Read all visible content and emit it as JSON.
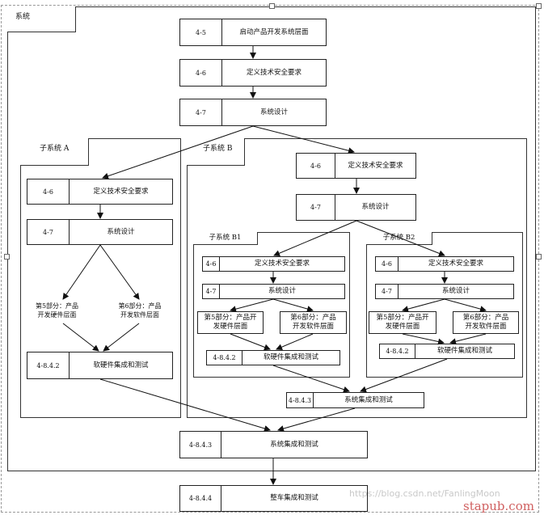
{
  "outer_section": {
    "label": "系统"
  },
  "top_steps": [
    {
      "id": "4-5",
      "text": "启动产品开发系统层面"
    },
    {
      "id": "4-6",
      "text": "定义技术安全要求"
    },
    {
      "id": "4-7",
      "text": "系统设计"
    }
  ],
  "subsystem_a": {
    "label": "子系统 A",
    "safety_req": {
      "id": "4-6",
      "text": "定义技术安全要求"
    },
    "design": {
      "id": "4-7",
      "text": "系统设计"
    },
    "hw": {
      "line1": "第5部分：产品",
      "line2": "开发硬件层面"
    },
    "sw": {
      "line1": "第6部分：产品",
      "line2": "开发软件层面"
    },
    "integration": {
      "id": "4-8.4.2",
      "text": "软硬件集成和测试"
    }
  },
  "subsystem_b": {
    "label": "子系统 B",
    "safety_req": {
      "id": "4-6",
      "text": "定义技术安全要求"
    },
    "design": {
      "id": "4-7",
      "text": "系统设计"
    },
    "b1": {
      "label": "子系统 B1",
      "safety_req": {
        "id": "4-6",
        "text": "定义技术安全要求"
      },
      "design": {
        "id": "4-7",
        "text": "系统设计"
      },
      "hw": {
        "line1": "第5部分：产品开",
        "line2": "发硬件层面"
      },
      "sw": {
        "line1": "第6部分：产品",
        "line2": "开发软件层面"
      },
      "integration": {
        "id": "4-8.4.2",
        "text": "软硬件集成和测试"
      }
    },
    "b2": {
      "label": "子系统 B2",
      "safety_req": {
        "id": "4-6",
        "text": "定义技术安全要求"
      },
      "design": {
        "id": "4-7",
        "text": "系统设计"
      },
      "hw": {
        "line1": "第5部分：产品开",
        "line2": "发硬件层面"
      },
      "sw": {
        "line1": "第6部分：产品",
        "line2": "开发软件层面"
      },
      "integration": {
        "id": "4-8.4.2",
        "text": "软硬件集成和测试"
      }
    },
    "integration": {
      "id": "4-8.4.3",
      "text": "系统集成和测试"
    }
  },
  "system_integration": {
    "id": "4-8.4.3",
    "text": "系统集成和测试"
  },
  "vehicle_integration": {
    "id": "4-8.4.4",
    "text": "整车集成和测试"
  },
  "watermarks": {
    "url": "https://blog.csdn.net/FanlingMoon",
    "brand": "stapub.com"
  }
}
